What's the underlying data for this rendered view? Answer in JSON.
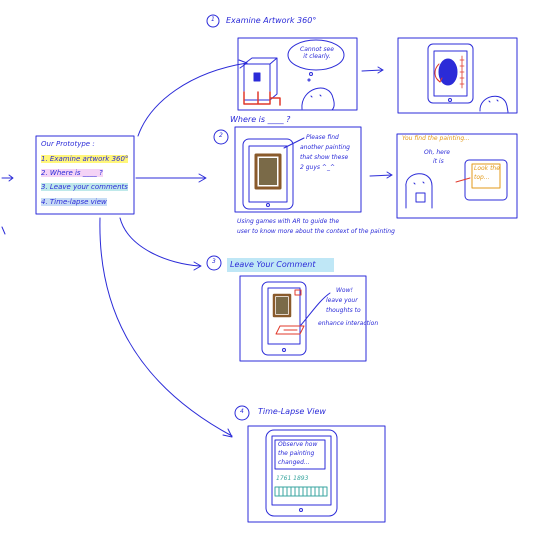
{
  "colors": {
    "ink": "#2b2bd8",
    "highlight_yellow": "#fff67a",
    "highlight_pink": "#f4d3f6",
    "highlight_teal": "#bfe9ea",
    "highlight_blue": "#c7dcf5",
    "highlight_cyan": "#bfe7f6",
    "accent_orange": "#e39a1a",
    "accent_red": "#e0392b",
    "painting_brown": "#8a5a2b"
  },
  "prototype": {
    "title": "Our Prototype :",
    "items": [
      "1. Examine artwork 360°",
      "2. Where is ____ ?",
      "3. Leave your comments",
      "4. Time-lapse view"
    ]
  },
  "step1": {
    "number": "1",
    "title": "Examine Artwork 360°",
    "thought": "Cannot see it clearly."
  },
  "step2": {
    "number": "2",
    "title": "Where is ____ ?",
    "speech": [
      "Please find",
      "another painting",
      "that show these",
      "2 guys ^_^"
    ],
    "caption": [
      "Using games with AR to guide the",
      "user to know more about the context of the painting"
    ],
    "found_text": "You find the painting...",
    "reaction": [
      "Oh, here",
      "it is"
    ],
    "popup": [
      "Look the",
      "top..."
    ]
  },
  "step3": {
    "number": "3",
    "title": "Leave Your Comment",
    "note": [
      "Wow!",
      "leave your",
      "thoughts to",
      "enhance interaction"
    ]
  },
  "step4": {
    "number": "4",
    "title": "Time-Lapse View",
    "screen_text": [
      "Observe how",
      "the painting",
      "changed..."
    ],
    "years": "1761    1893"
  }
}
